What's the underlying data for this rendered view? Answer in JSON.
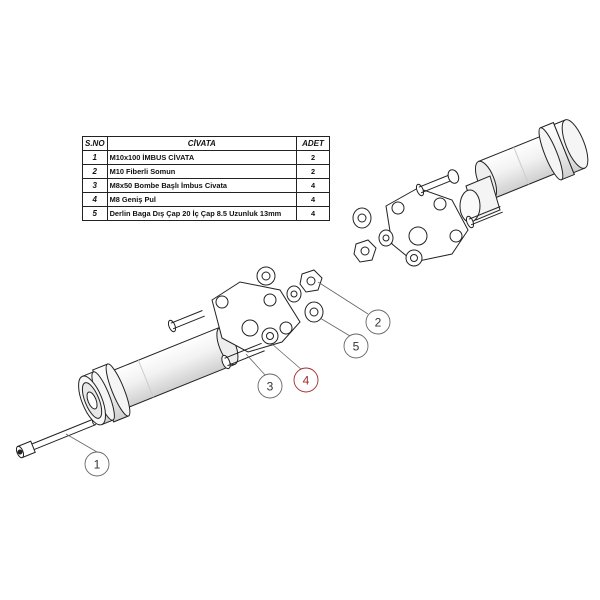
{
  "table": {
    "headers": {
      "no": "S.NO",
      "part": "CİVATA",
      "qty": "ADET"
    },
    "rows": [
      {
        "no": "1",
        "desc": "M10x100 İMBUS CİVATA",
        "qty": "2"
      },
      {
        "no": "2",
        "desc": "M10 Fiberli Somun",
        "qty": "2"
      },
      {
        "no": "3",
        "desc": "M8x50 Bombe Başlı İmbus Civata",
        "qty": "4"
      },
      {
        "no": "4",
        "desc": "M8 Geniş Pul",
        "qty": "4"
      },
      {
        "no": "5",
        "desc": "Derlin Baga Dış Çap 20 İç Çap 8.5 Uzunluk 13mm",
        "qty": "4"
      }
    ]
  },
  "callouts": [
    {
      "label": "1",
      "color": "#555555"
    },
    {
      "label": "2",
      "color": "#555555"
    },
    {
      "label": "3",
      "color": "#555555"
    },
    {
      "label": "4",
      "color": "#a52a2a"
    },
    {
      "label": "5",
      "color": "#555555"
    }
  ],
  "colors": {
    "line": "#222222",
    "callout_default": "#555555",
    "callout_highlight": "#a52a2a"
  }
}
